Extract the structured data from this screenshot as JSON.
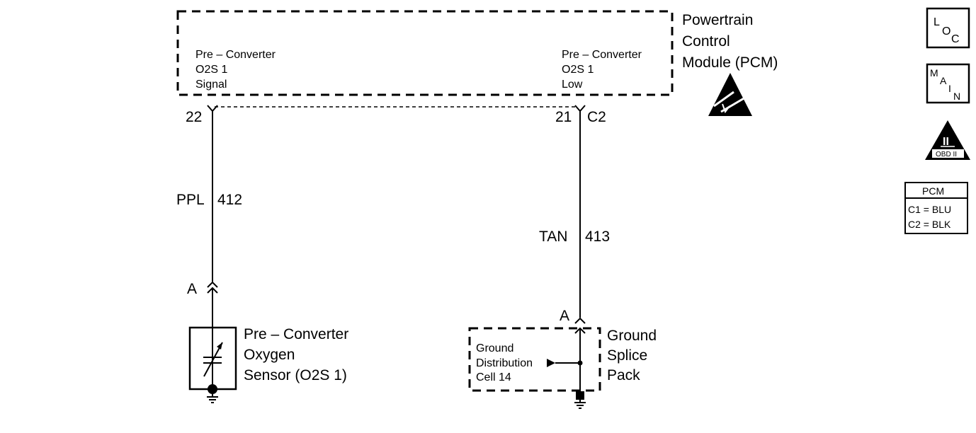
{
  "pcm": {
    "title_lines": [
      "Powertrain",
      "Control",
      "Module (PCM)"
    ],
    "left_circuit_lines": [
      "Pre – Converter",
      "O2S 1",
      "Signal"
    ],
    "right_circuit_lines": [
      "Pre – Converter",
      "O2S 1",
      "Low"
    ]
  },
  "pins": {
    "left_pin": "22",
    "right_pin": "21",
    "right_connector": "C2"
  },
  "wires": {
    "left_color": "PPL",
    "left_circuit": "412",
    "right_color": "TAN",
    "right_circuit": "413"
  },
  "sensor": {
    "connector": "A",
    "label_lines": [
      "Pre – Converter",
      "Oxygen",
      "Sensor (O2S 1)"
    ]
  },
  "ground": {
    "connector": "A",
    "label_lines": [
      "Ground",
      "Splice",
      "Pack"
    ],
    "cell_lines": [
      "Ground",
      "Distribution",
      "Cell 14"
    ]
  },
  "icons": {
    "loc": {
      "l": "L",
      "o": "O",
      "c": "C"
    },
    "main": {
      "m": "M",
      "a": "A",
      "i": "I",
      "n": "N"
    },
    "obd": {
      "numeral": "II",
      "text": "OBD II"
    }
  },
  "connector_table": {
    "header": "PCM",
    "rows": [
      "C1 = BLU",
      "C2 = BLK"
    ]
  }
}
